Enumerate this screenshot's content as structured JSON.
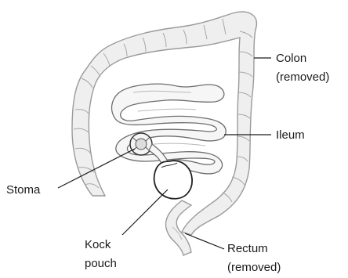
{
  "labels": {
    "colon_line1": "Colon",
    "colon_line2": "(removed)",
    "ileum": "Ileum",
    "stoma": "Stoma",
    "kock_line1": "Kock",
    "kock_line2": "pouch",
    "rectum_line1": "Rectum",
    "rectum_line2": "(removed)"
  }
}
